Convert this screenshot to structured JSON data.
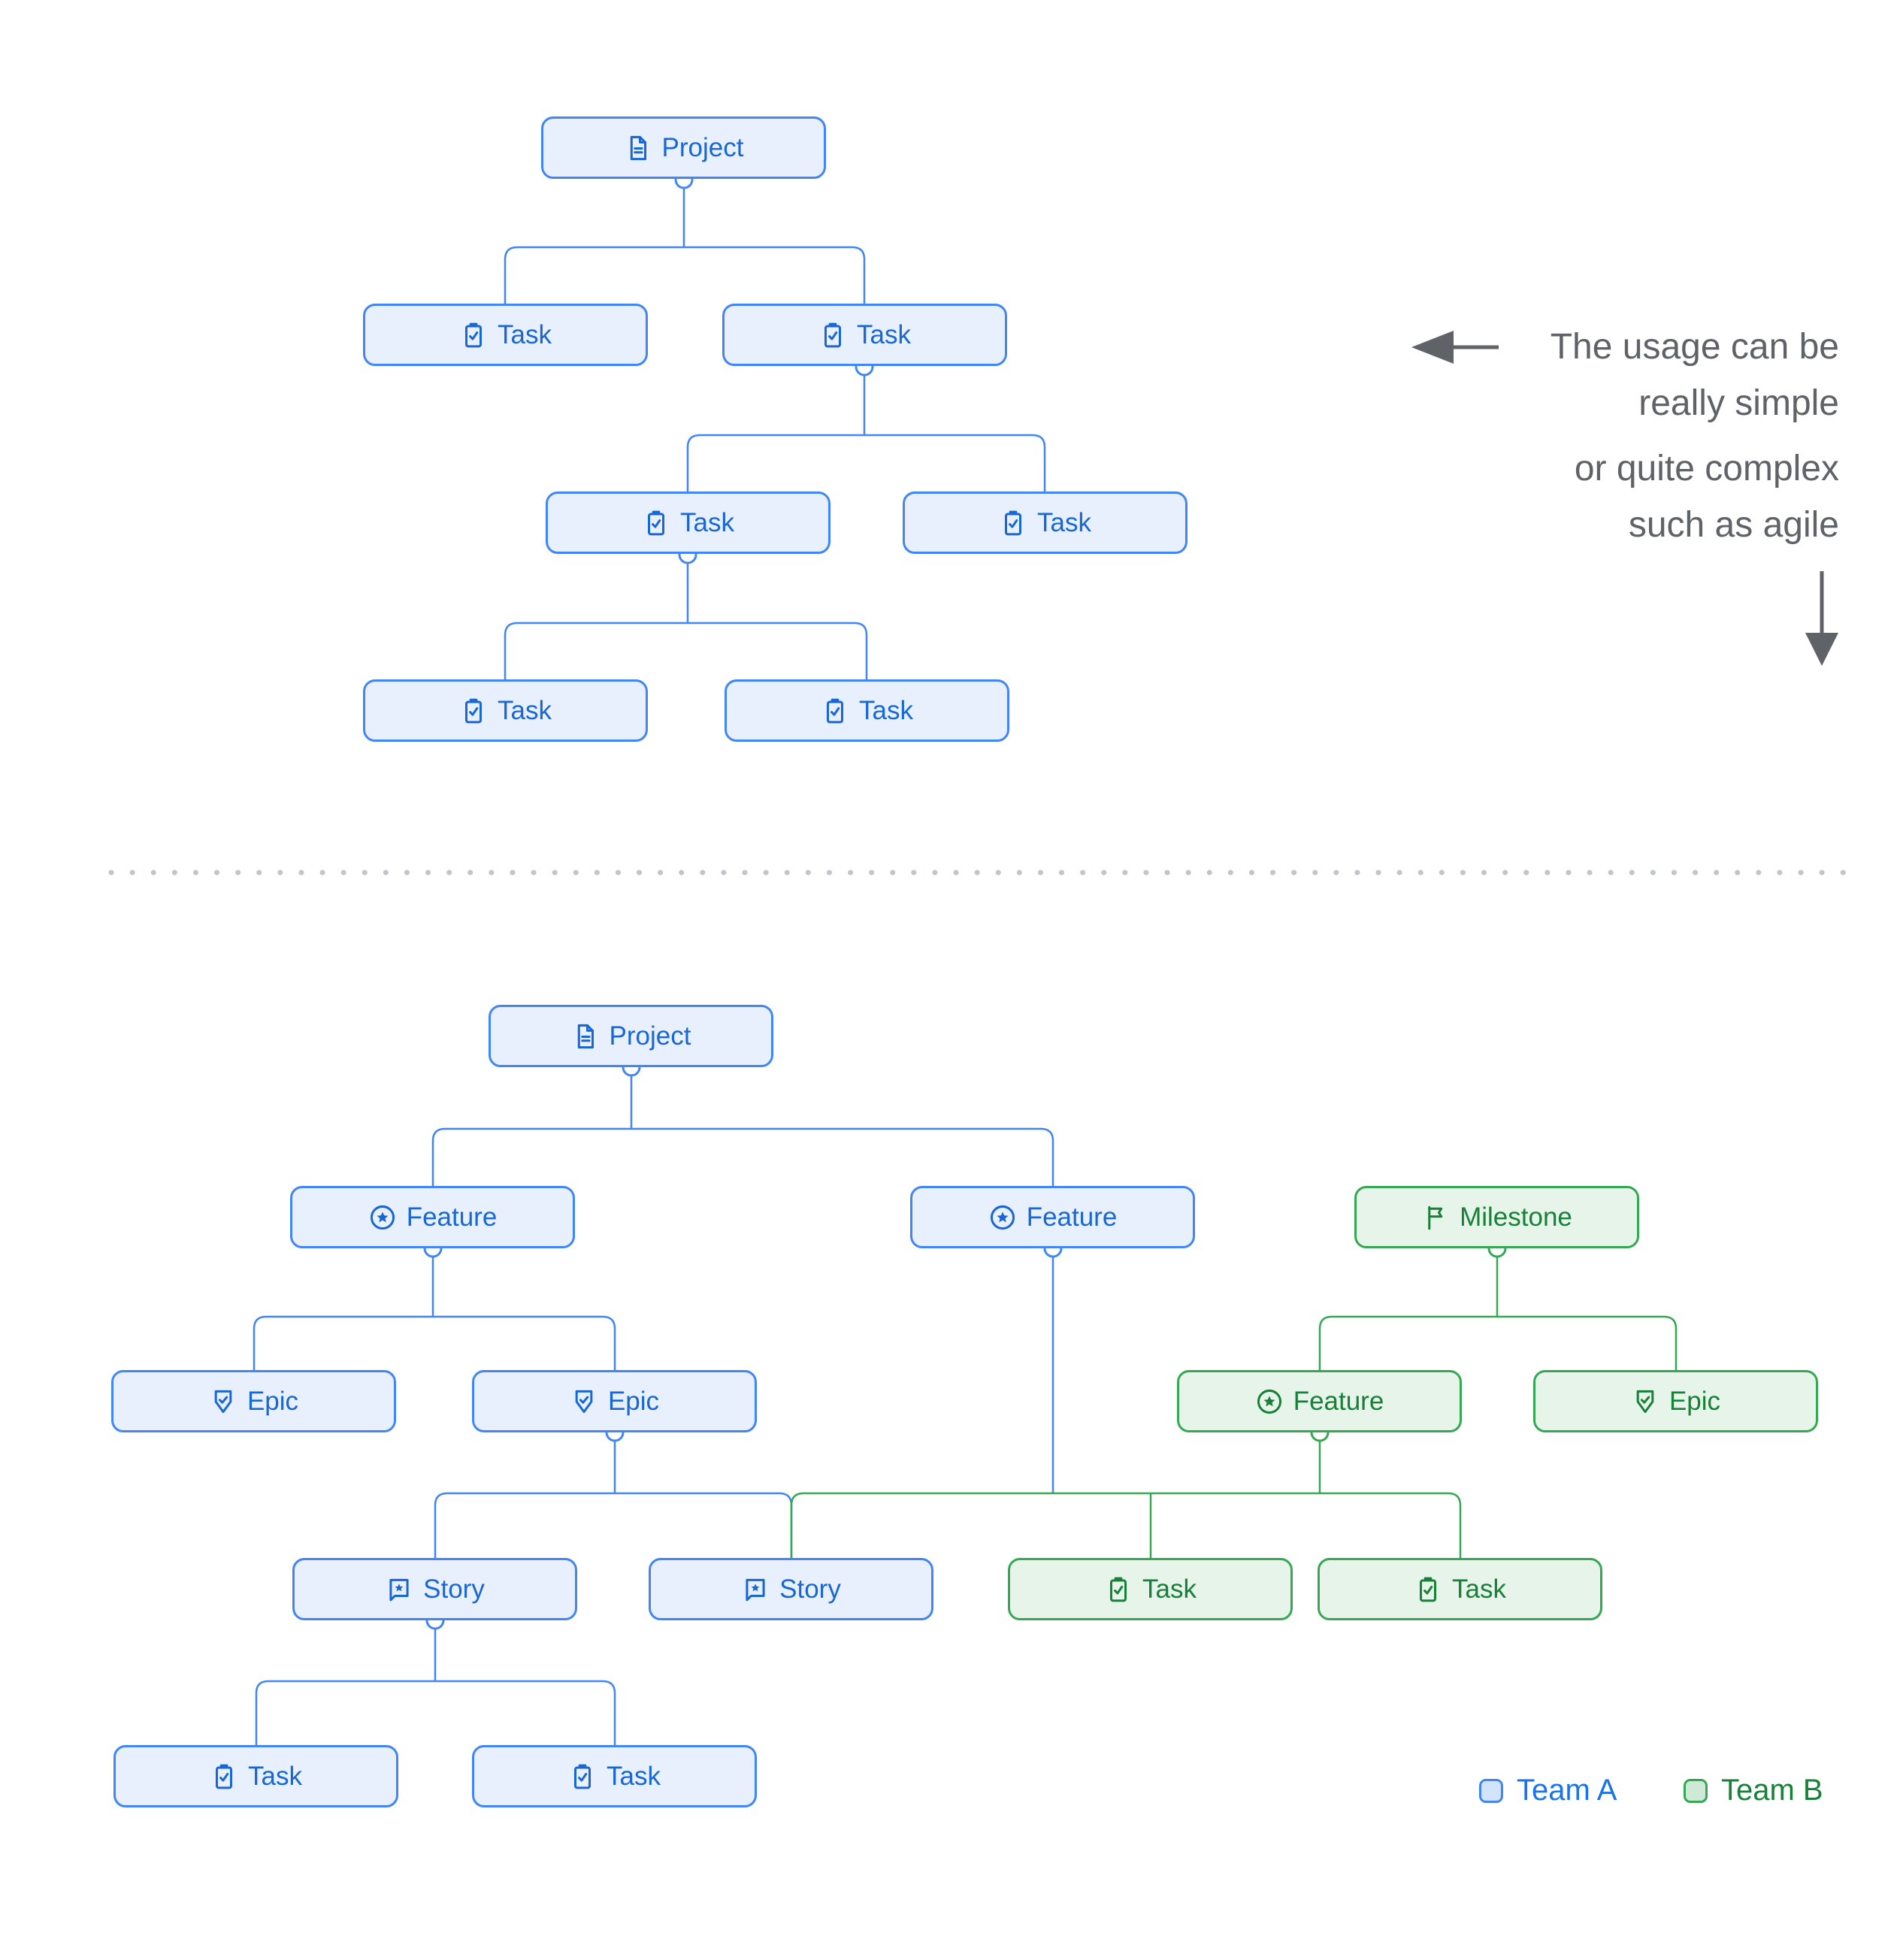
{
  "colors": {
    "team_a_border": "#4285F4",
    "team_a_fill": "#E8F0FE",
    "team_a_text": "#1967D2",
    "team_b_border": "#34A853",
    "team_b_fill": "#E6F4EA",
    "team_b_text": "#188038",
    "annotation_gray": "#5F6368",
    "divider_gray": "#C2C6CA"
  },
  "annotation": {
    "line1": "The usage can be",
    "line2": "really simple",
    "line3": "or quite complex",
    "line4": "such as agile"
  },
  "legend": {
    "team_a_label": "Team A",
    "team_b_label": "Team B"
  },
  "nodes": {
    "s_project": {
      "label": "Project",
      "icon": "document-icon",
      "team": "A"
    },
    "s_task1": {
      "label": "Task",
      "icon": "task-icon",
      "team": "A"
    },
    "s_task2": {
      "label": "Task",
      "icon": "task-icon",
      "team": "A"
    },
    "s_task3": {
      "label": "Task",
      "icon": "task-icon",
      "team": "A"
    },
    "s_task4": {
      "label": "Task",
      "icon": "task-icon",
      "team": "A"
    },
    "s_task5": {
      "label": "Task",
      "icon": "task-icon",
      "team": "A"
    },
    "s_task6": {
      "label": "Task",
      "icon": "task-icon",
      "team": "A"
    },
    "c_project": {
      "label": "Project",
      "icon": "document-icon",
      "team": "A"
    },
    "c_feature1": {
      "label": "Feature",
      "icon": "feature-icon",
      "team": "A"
    },
    "c_feature2": {
      "label": "Feature",
      "icon": "feature-icon",
      "team": "A"
    },
    "c_milestone": {
      "label": "Milestone",
      "icon": "milestone-icon",
      "team": "B"
    },
    "c_epic1": {
      "label": "Epic",
      "icon": "epic-icon",
      "team": "A"
    },
    "c_epic2": {
      "label": "Epic",
      "icon": "epic-icon",
      "team": "A"
    },
    "c_feature_g": {
      "label": "Feature",
      "icon": "feature-icon",
      "team": "B"
    },
    "c_epic_g": {
      "label": "Epic",
      "icon": "epic-icon",
      "team": "B"
    },
    "c_story1": {
      "label": "Story",
      "icon": "story-icon",
      "team": "A"
    },
    "c_story2": {
      "label": "Story",
      "icon": "story-icon",
      "team": "A"
    },
    "c_task_g1": {
      "label": "Task",
      "icon": "task-icon",
      "team": "B"
    },
    "c_task_g2": {
      "label": "Task",
      "icon": "task-icon",
      "team": "B"
    },
    "c_task1": {
      "label": "Task",
      "icon": "task-icon",
      "team": "A"
    },
    "c_task2": {
      "label": "Task",
      "icon": "task-icon",
      "team": "A"
    }
  }
}
